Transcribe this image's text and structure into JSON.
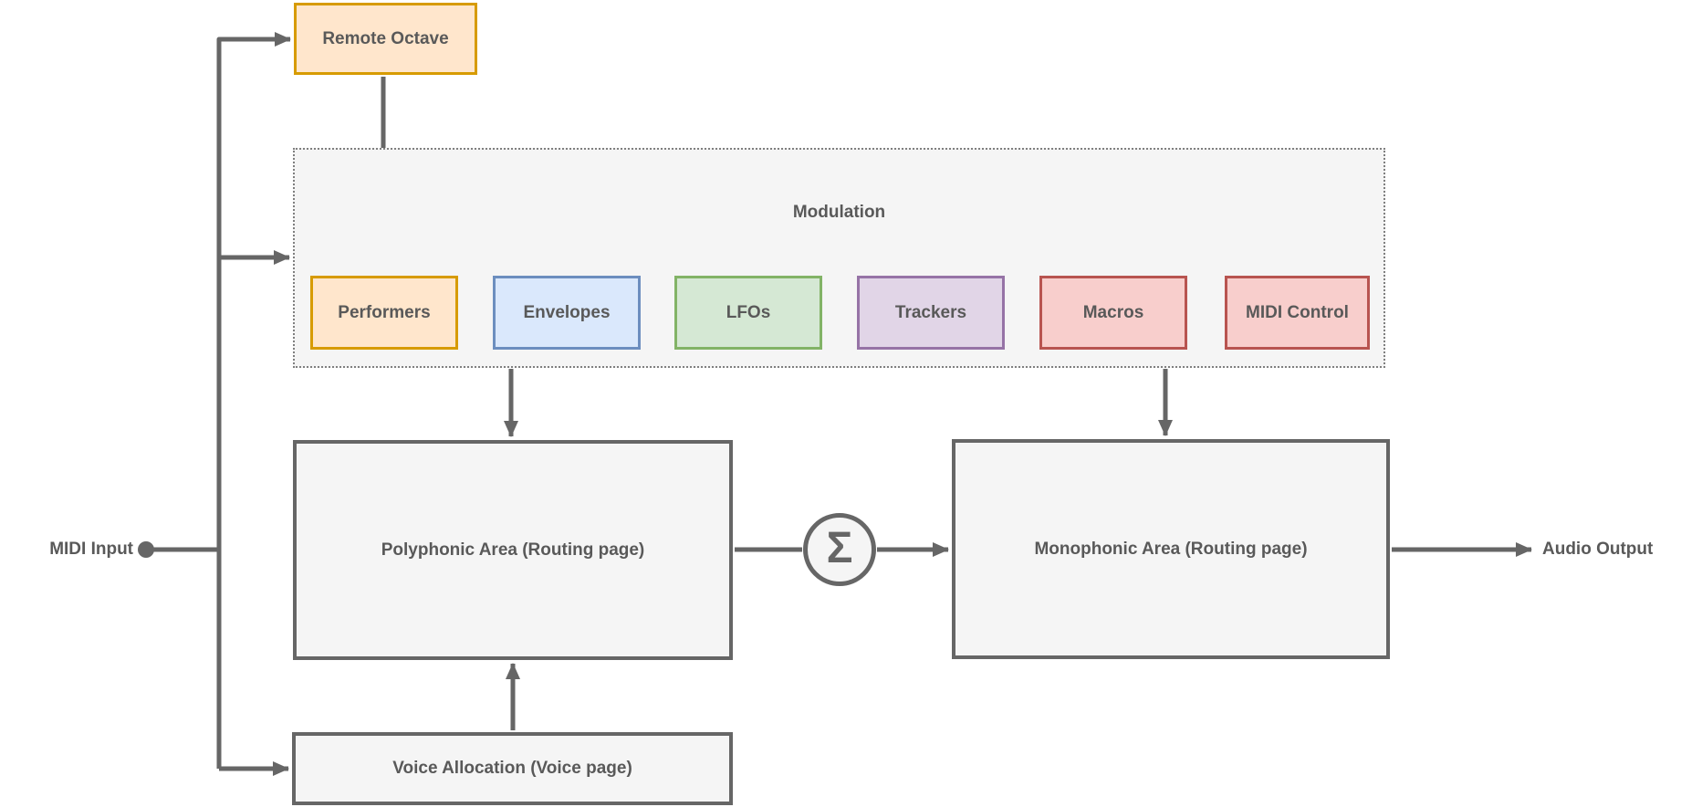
{
  "diagram": {
    "io": {
      "input_label": "MIDI Input",
      "output_label": "Audio Output"
    },
    "nodes": {
      "remote_octave": {
        "label": "Remote Octave"
      },
      "modulation_group": {
        "label": "Modulation"
      },
      "performers": {
        "label": "Performers"
      },
      "envelopes": {
        "label": "Envelopes"
      },
      "lfos": {
        "label": "LFOs"
      },
      "trackers": {
        "label": "Trackers"
      },
      "macros": {
        "label": "Macros"
      },
      "midi_control": {
        "label": "MIDI Control"
      },
      "polyphonic": {
        "label": "Polyphonic Area (Routing page)"
      },
      "monophonic": {
        "label": "Monophonic Area (Routing page)"
      },
      "voice_allocation": {
        "label": "Voice Allocation (Voice page)"
      },
      "sum": {
        "label": "Σ"
      }
    },
    "edges": [
      {
        "from": "MIDI Input",
        "to": "Remote Octave"
      },
      {
        "from": "MIDI Input",
        "to": "Modulation"
      },
      {
        "from": "MIDI Input",
        "to": "Voice Allocation (Voice page)"
      },
      {
        "from": "Remote Octave",
        "to": "Performers"
      },
      {
        "from": "Modulation",
        "to": "Polyphonic Area (Routing page)"
      },
      {
        "from": "Modulation",
        "to": "Monophonic Area (Routing page)"
      },
      {
        "from": "Voice Allocation (Voice page)",
        "to": "Polyphonic Area (Routing page)"
      },
      {
        "from": "Polyphonic Area (Routing page)",
        "to": "Σ"
      },
      {
        "from": "Σ",
        "to": "Monophonic Area (Routing page)"
      },
      {
        "from": "Monophonic Area (Routing page)",
        "to": "Audio Output"
      }
    ],
    "palette": {
      "orange_fill": "#FFE6CC",
      "orange_border": "#D79B00",
      "blue_fill": "#DAE8FC",
      "blue_border": "#6C8EBF",
      "green_fill": "#D5E8D4",
      "green_border": "#82B366",
      "purple_fill": "#E1D5E7",
      "purple_border": "#9673A6",
      "red_fill": "#F8CECC",
      "red_border": "#B85450",
      "gray_fill": "#F5F5F5",
      "gray_border": "#666666",
      "line_color": "#666666",
      "text_color": "#595959"
    }
  }
}
